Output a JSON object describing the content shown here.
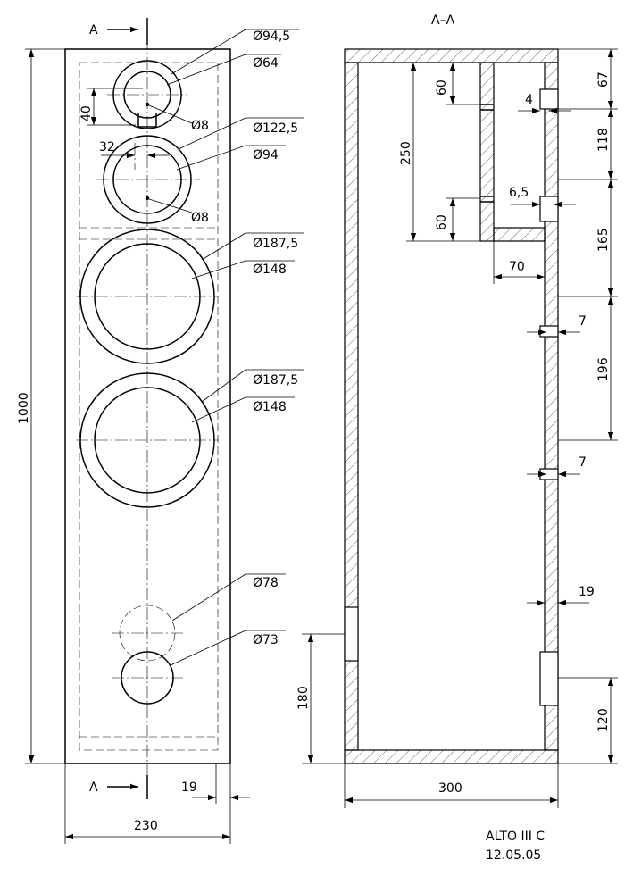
{
  "section_marker_top": "A",
  "section_marker_bottom": "A",
  "section_title": "A–A",
  "front_dimensions": {
    "height_total": "1000",
    "width_total": "230",
    "edge_offset": "19",
    "tweeter_offset_v": "40",
    "mid_offset_h": "32",
    "tweeter_outer": "Ø94,5",
    "tweeter_inner": "Ø64",
    "tweeter_hole": "Ø8",
    "mid_outer": "Ø122,5",
    "mid_inner": "Ø94",
    "mid_hole": "Ø8",
    "woofer1_outer": "Ø187,5",
    "woofer1_inner": "Ø148",
    "woofer2_outer": "Ø187,5",
    "woofer2_inner": "Ø148",
    "port1": "Ø78",
    "port2": "Ø73"
  },
  "section_dimensions": {
    "depth_total": "300",
    "chamber_height": "250",
    "chamber_top": "60",
    "chamber_bottom": "60",
    "shelf_depth": "70",
    "recess_4": "4",
    "recess_6_5": "6,5",
    "step_7a": "7",
    "step_7b": "7",
    "baffle_19": "19",
    "seg_67": "67",
    "seg_118": "118",
    "seg_165": "165",
    "seg_196": "196",
    "seg_120": "120",
    "port_height": "180"
  },
  "title_block": {
    "model": "ALTO III C",
    "date": "12.05.05"
  }
}
